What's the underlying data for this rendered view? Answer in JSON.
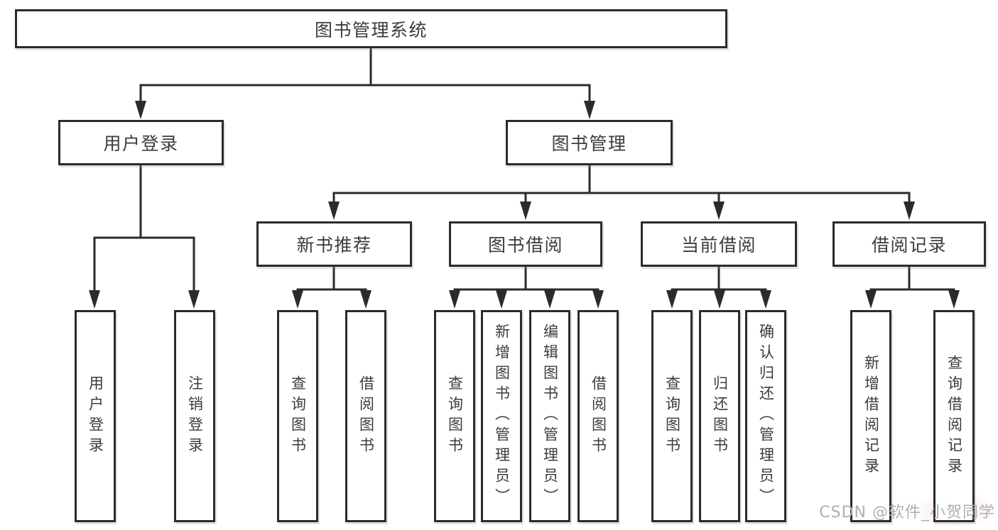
{
  "diagram": {
    "watermark": "CSDN @软件_小贺同学",
    "colors": {
      "line": "#2b2b2b",
      "node_border": "#2b2b2b",
      "text": "#3c3c3c",
      "watermark_text": "#b0b0b0",
      "background": "#ffffff"
    },
    "tree": {
      "label": "图书管理系统",
      "children": [
        {
          "label": "用户登录",
          "children": [
            {
              "label": "用户登录"
            },
            {
              "label": "注销登录"
            }
          ]
        },
        {
          "label": "图书管理",
          "children": [
            {
              "label": "新书推荐",
              "children": [
                {
                  "label": "查询图书"
                },
                {
                  "label": "借阅图书"
                }
              ]
            },
            {
              "label": "图书借阅",
              "children": [
                {
                  "label": "查询图书"
                },
                {
                  "label": "新增图书（管理员）"
                },
                {
                  "label": "编辑图书（管理员）"
                },
                {
                  "label": "借阅图书"
                }
              ]
            },
            {
              "label": "当前借阅",
              "children": [
                {
                  "label": "查询图书"
                },
                {
                  "label": "归还图书"
                },
                {
                  "label": "确认归还（管理员）"
                }
              ]
            },
            {
              "label": "借阅记录",
              "children": [
                {
                  "label": "新增借阅记录"
                },
                {
                  "label": "查询借阅记录"
                }
              ]
            }
          ]
        }
      ]
    }
  }
}
